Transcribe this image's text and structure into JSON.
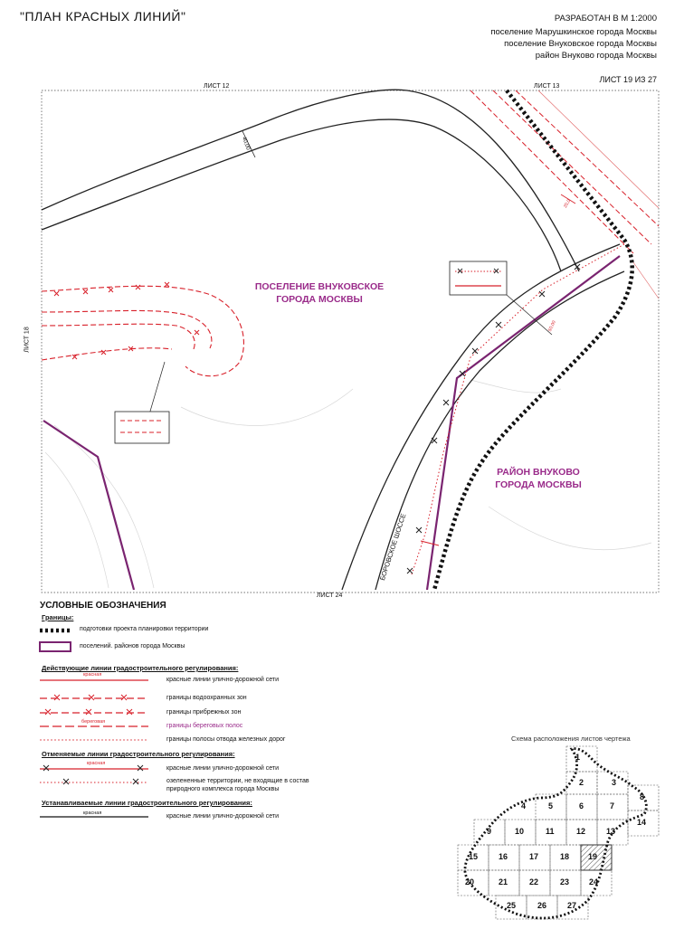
{
  "header": {
    "title": "\"ПЛАН КРАСНЫХ ЛИНИЙ\"",
    "scale": "РАЗРАБОТАН В М 1:2000",
    "areas": [
      "поселение Марушкинское города Москвы",
      "поселение Внуковское города Москвы",
      "район Внуково города Москвы"
    ],
    "sheet": "ЛИСТ 19 ИЗ 27"
  },
  "map": {
    "sheet_labels": {
      "top": "ЛИСТ 12",
      "top_right": "ЛИСТ 13",
      "left": "ЛИСТ 18",
      "bottom": "ЛИСТ 24"
    },
    "regions": {
      "vnukovskoe": [
        "ПОСЕЛЕНИЕ ВНУКОВСКОЕ",
        "ГОРОДА МОСКВЫ"
      ],
      "vnukovo": [
        "РАЙОН ВНУКОВО",
        "ГОРОДА МОСКВЫ"
      ]
    },
    "road_name": "БОРОВСКОЕ ШОССЕ",
    "dimensions": {
      "road_width_top": "40,00",
      "road_width_right": "50,00",
      "dim_small": "20,0"
    }
  },
  "legend": {
    "title": "УСЛОВНЫЕ ОБОЗНАЧЕНИЯ",
    "boundaries_head": "Границы:",
    "boundaries": [
      "подготовки проекта планировки территории",
      "поселений. районов города Москвы"
    ],
    "existing_head": "Действующие линии градостроительного регулирования:",
    "existing": [
      {
        "tag": "красная",
        "text": "красные линии улично-дорожной сети"
      },
      {
        "tag": "",
        "text": "границы водоохранных зон"
      },
      {
        "tag": "",
        "text": "границы прибрежных зон"
      },
      {
        "tag": "береговая",
        "text": "границы береговых полос"
      },
      {
        "tag": "",
        "text": "границы полосы отвода железных дорог"
      }
    ],
    "cancelled_head": "Отменяемые линии градостроительного регулирования:",
    "cancelled": [
      {
        "tag": "красная",
        "text": "красные линии улично-дорожной сети"
      },
      {
        "tag": "",
        "text": "озелененные территории, не входящие в состав природного комплекса города Москвы"
      }
    ],
    "established_head": "Устанавливаемые линии градостроительного регулирования:",
    "established": [
      {
        "tag": "красная",
        "text": "красные линии улично-дорожной сети"
      }
    ]
  },
  "sheet_scheme": {
    "caption": "Схема расположения листов чертежа",
    "highlight": "19",
    "cells": [
      "1",
      "2",
      "3",
      "4",
      "5",
      "6",
      "7",
      "8",
      "9",
      "10",
      "11",
      "12",
      "13",
      "14",
      "15",
      "16",
      "17",
      "18",
      "19",
      "20",
      "21",
      "22",
      "23",
      "24",
      "25",
      "26",
      "27"
    ]
  }
}
